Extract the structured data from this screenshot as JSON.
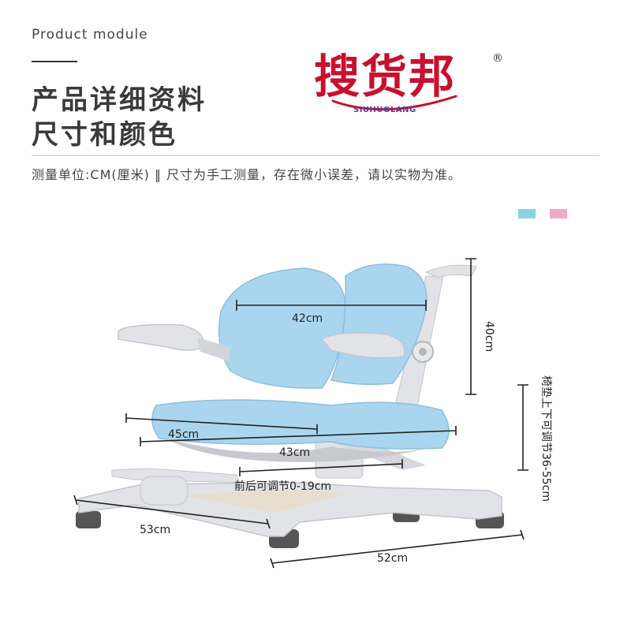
{
  "header": {
    "module_label": "Product module",
    "title_line1": "产品详细资料",
    "title_line2": "尺寸和颜色"
  },
  "brand": {
    "name_cn": "搜货邦",
    "name_en": "SIUHUOLANG",
    "registered_mark": "®",
    "colors": {
      "name_cn": "#c8102e",
      "name_en": "#553c9a"
    }
  },
  "note": {
    "text": "测量单位:CM(厘米) ‖ 尺寸为手工测量，存在微小误差，请以实物为准。"
  },
  "color_swatches": [
    {
      "name": "blue",
      "hex": "#8ad3e4"
    },
    {
      "name": "pink",
      "hex": "#f2a9c7"
    }
  ],
  "dimensions": {
    "backrest_width": "42cm",
    "backrest_height": "40cm",
    "seat_height_adjust": "椅垫上下可调节36-55cm",
    "seat_depth": "45cm",
    "seat_width": "43cm",
    "seat_slide": "前后可调节0-19cm",
    "base_depth": "53cm",
    "base_width": "52cm"
  },
  "product": {
    "icon": "ergonomic-kids-chair",
    "colors": {
      "upholstery": "#a9d6ee",
      "frame": "#e2e3e7"
    }
  }
}
